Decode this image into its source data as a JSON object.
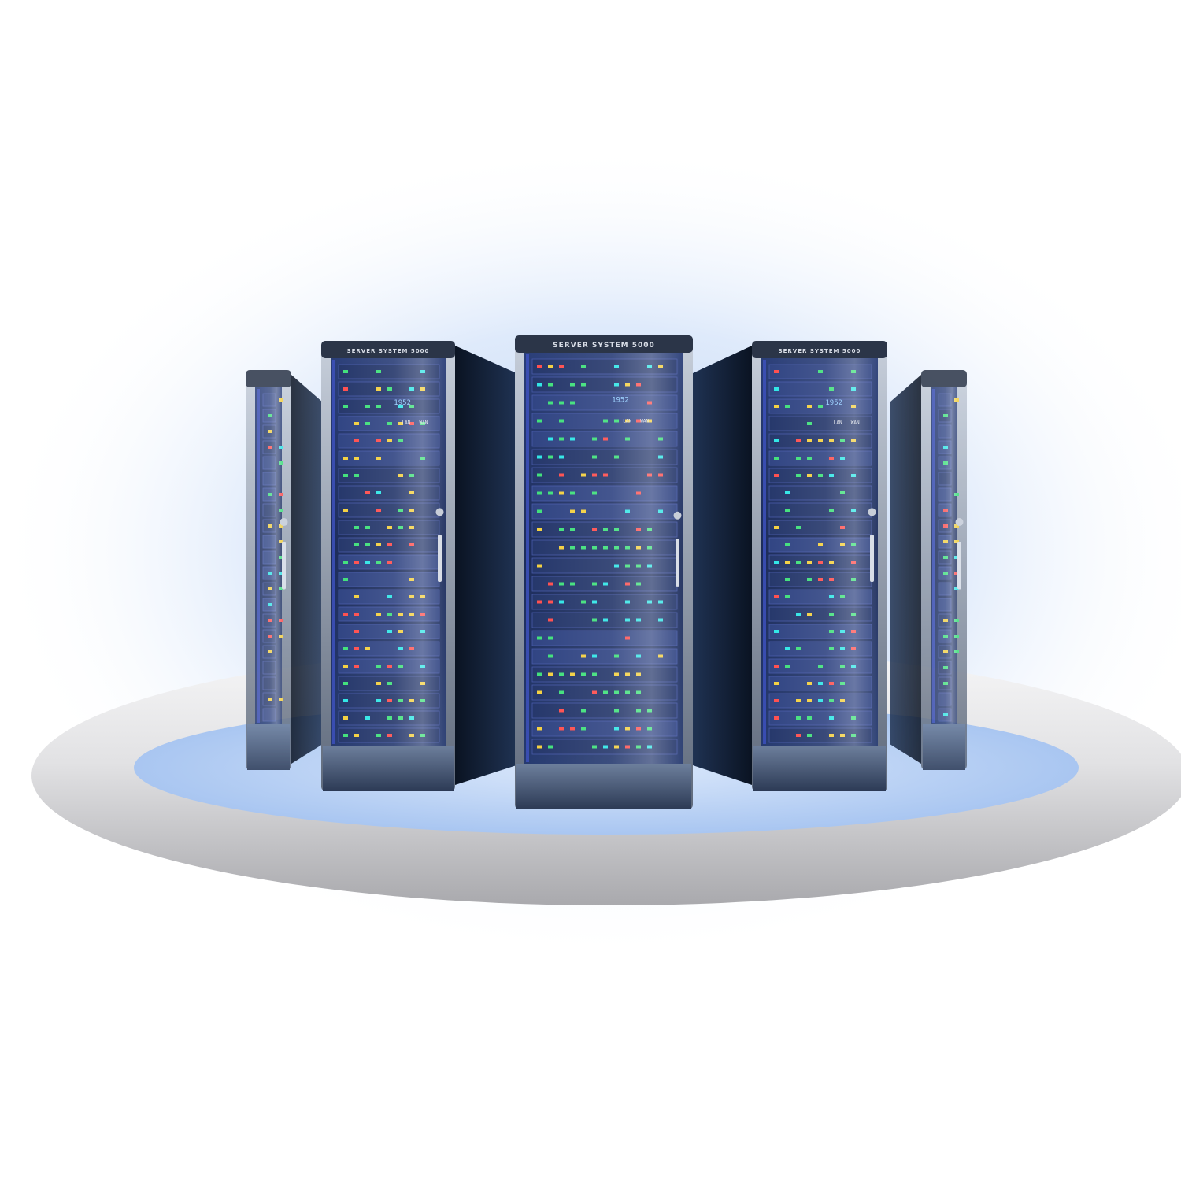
{
  "racks": {
    "brand_text": "SERVER SYSTEM 5000",
    "count": 5,
    "display_reading": "1952",
    "port_labels": [
      "LAN",
      "WAN"
    ]
  },
  "colors": {
    "glow": "#bcd4f7",
    "rack_body": "#1b2a44",
    "rack_side": "#0c1526",
    "frame_metal": "#9aa6b8",
    "panel_blue": "#3b4fb8",
    "led_green": "#3fe07a",
    "led_yellow": "#f4d03f",
    "led_red": "#ff4d4d",
    "led_cyan": "#2ee6e6",
    "ring": "#e4e4e6"
  }
}
